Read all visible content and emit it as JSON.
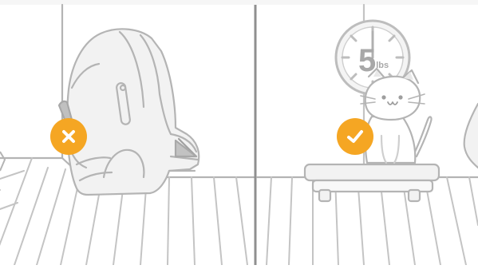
{
  "colors": {
    "background": "#ffffff",
    "line": "#b4b4b4",
    "divider": "#8f8f8f",
    "fill": "#f2f2f2",
    "accent": "#f5a623",
    "accent_icon": "#ffffff",
    "dark_fill": "#bdbdbd"
  },
  "left_panel": {
    "status_icon": "close-icon",
    "subject": "litter-box-tipped-over"
  },
  "right_panel": {
    "status_icon": "check-icon",
    "subject": "cat-on-scale",
    "weight": {
      "value": "5",
      "unit": "lbs"
    }
  }
}
